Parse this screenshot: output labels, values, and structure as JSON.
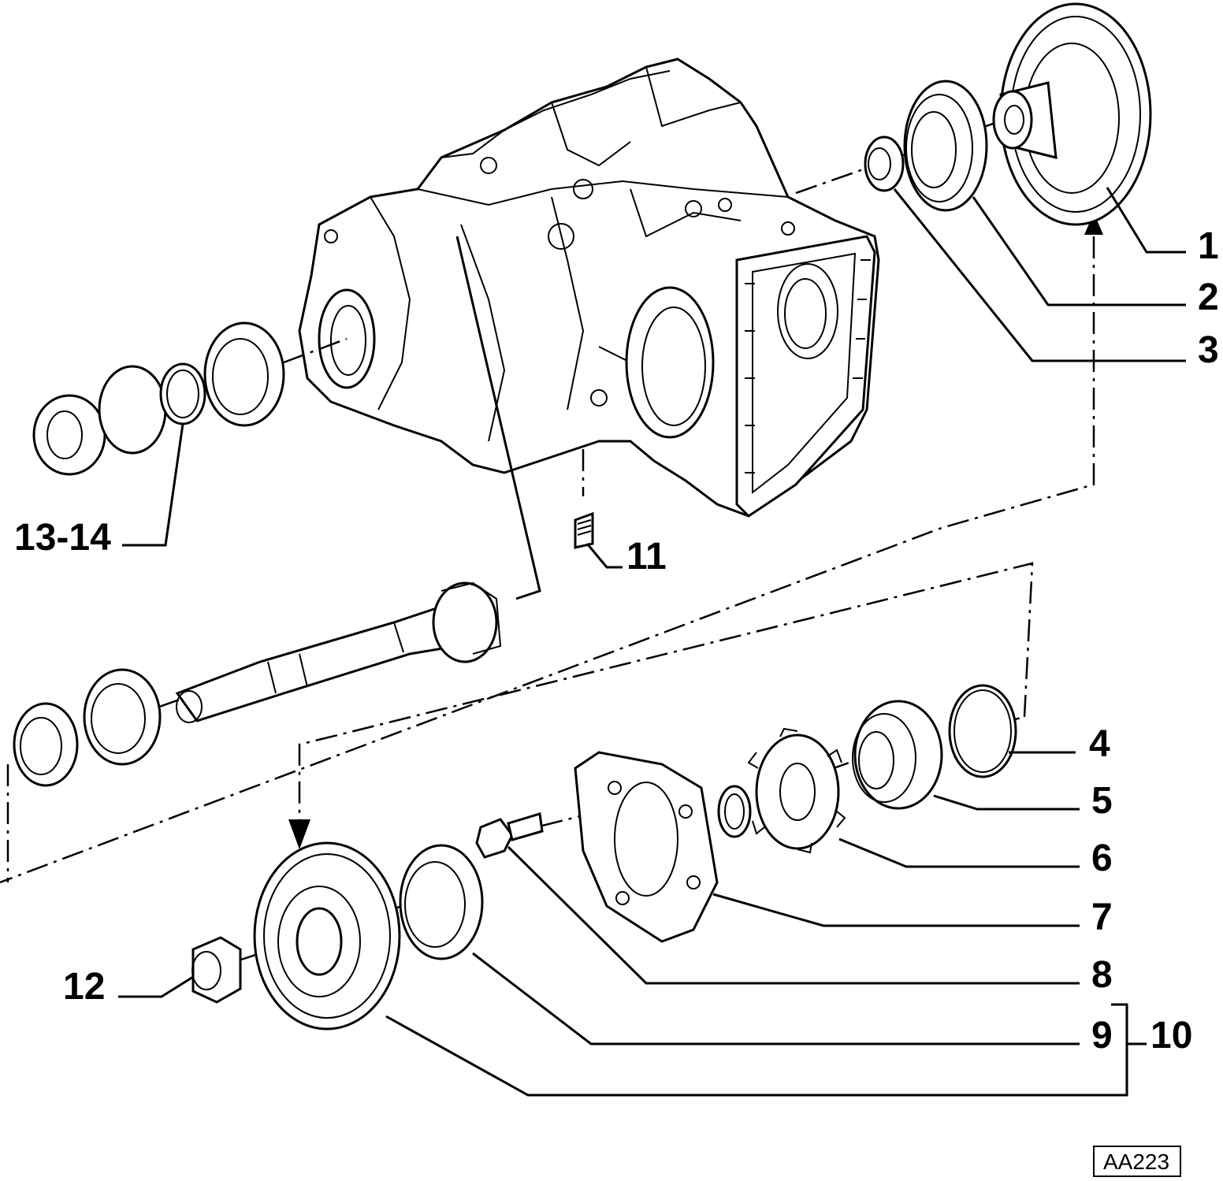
{
  "labels": {
    "l1": "1",
    "l2": "2",
    "l3": "3",
    "l4": "4",
    "l5": "5",
    "l6": "6",
    "l7": "7",
    "l8": "8",
    "l9": "9",
    "l10": "10",
    "l11": "11",
    "l12": "12",
    "l13_14": "13-14"
  },
  "reference_code": "AA223"
}
